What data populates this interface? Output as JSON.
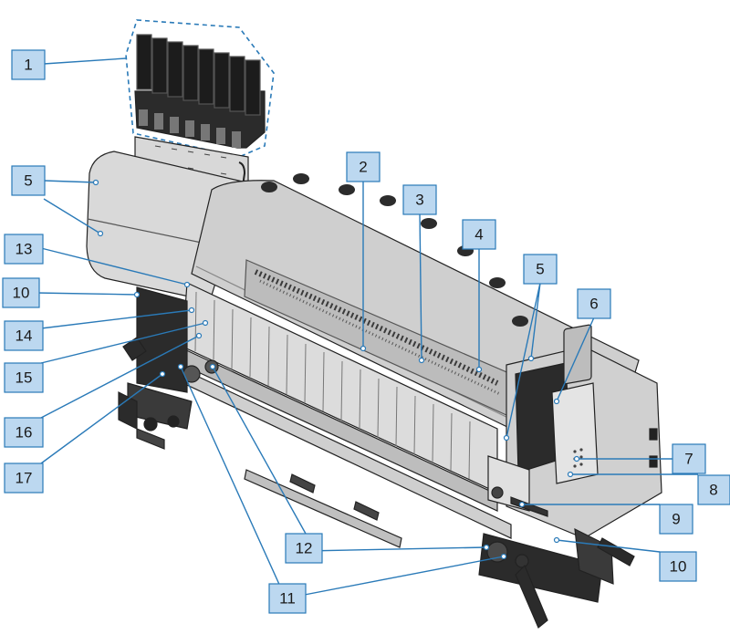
{
  "callouts": [
    {
      "id": "c1",
      "label": "1"
    },
    {
      "id": "c2",
      "label": "2"
    },
    {
      "id": "c3",
      "label": "3"
    },
    {
      "id": "c4",
      "label": "4"
    },
    {
      "id": "c5a",
      "label": "5"
    },
    {
      "id": "c5b",
      "label": "5"
    },
    {
      "id": "c6",
      "label": "6"
    },
    {
      "id": "c7",
      "label": "7"
    },
    {
      "id": "c8",
      "label": "8"
    },
    {
      "id": "c9",
      "label": "9"
    },
    {
      "id": "c10a",
      "label": "10"
    },
    {
      "id": "c10b",
      "label": "10"
    },
    {
      "id": "c11",
      "label": "11"
    },
    {
      "id": "c12",
      "label": "12"
    },
    {
      "id": "c13",
      "label": "13"
    },
    {
      "id": "c14",
      "label": "14"
    },
    {
      "id": "c15",
      "label": "15"
    },
    {
      "id": "c16",
      "label": "16"
    },
    {
      "id": "c17",
      "label": "17"
    }
  ],
  "colors": {
    "callout_fill": "#bcd8f0",
    "callout_border": "#2a7ab8",
    "ink_case_outline": "#2a7ab8"
  }
}
